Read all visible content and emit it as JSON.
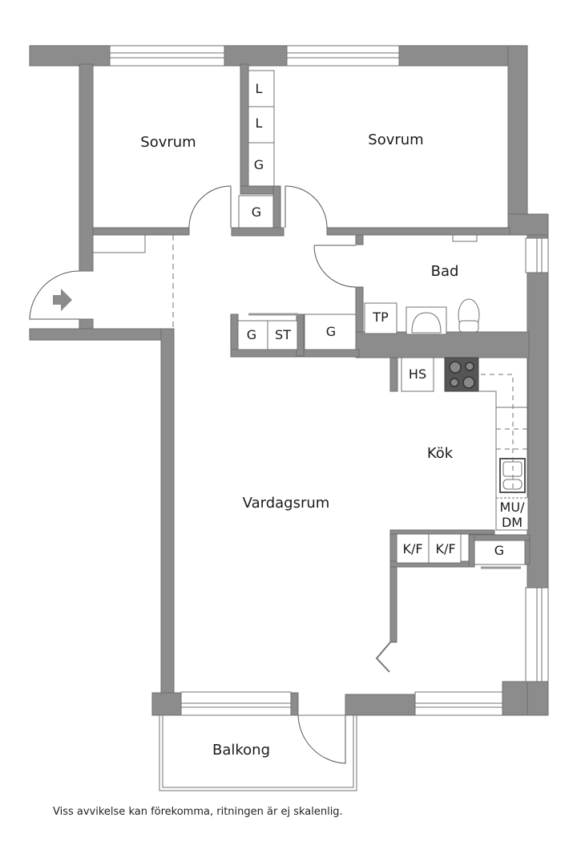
{
  "floorplan": {
    "colors": {
      "wall": "#8c8c8c",
      "wall_stroke": "#6e6e6e",
      "stove": "#555555",
      "line": "#707070"
    },
    "rooms": [
      {
        "id": "sovrum-1",
        "label": "Sovrum"
      },
      {
        "id": "sovrum-2",
        "label": "Sovrum"
      },
      {
        "id": "bad",
        "label": "Bad"
      },
      {
        "id": "kok",
        "label": "Kök"
      },
      {
        "id": "vardagsrum",
        "label": "Vardagsrum"
      },
      {
        "id": "balkong",
        "label": "Balkong"
      }
    ],
    "fixtures": [
      {
        "id": "wardrobe-l-1",
        "label": "L"
      },
      {
        "id": "wardrobe-l-2",
        "label": "L"
      },
      {
        "id": "wardrobe-g-1",
        "label": "G"
      },
      {
        "id": "wardrobe-g-2",
        "label": "G"
      },
      {
        "id": "hall-g",
        "label": "G"
      },
      {
        "id": "hall-st",
        "label": "ST"
      },
      {
        "id": "hall-g-2",
        "label": "G"
      },
      {
        "id": "tp",
        "label": "TP"
      },
      {
        "id": "hs",
        "label": "HS"
      },
      {
        "id": "mu-dm",
        "label": "MU/\nDM",
        "line1": "MU/",
        "line2": "DM"
      },
      {
        "id": "kf-1",
        "label": "K/F"
      },
      {
        "id": "kf-2",
        "label": "K/F"
      },
      {
        "id": "kitchen-g",
        "label": "G"
      }
    ],
    "entrance_icon": "arrow-right-icon"
  },
  "footer": {
    "disclaimer": "Viss avvikelse kan förekomma, ritningen är ej skalenlig."
  }
}
